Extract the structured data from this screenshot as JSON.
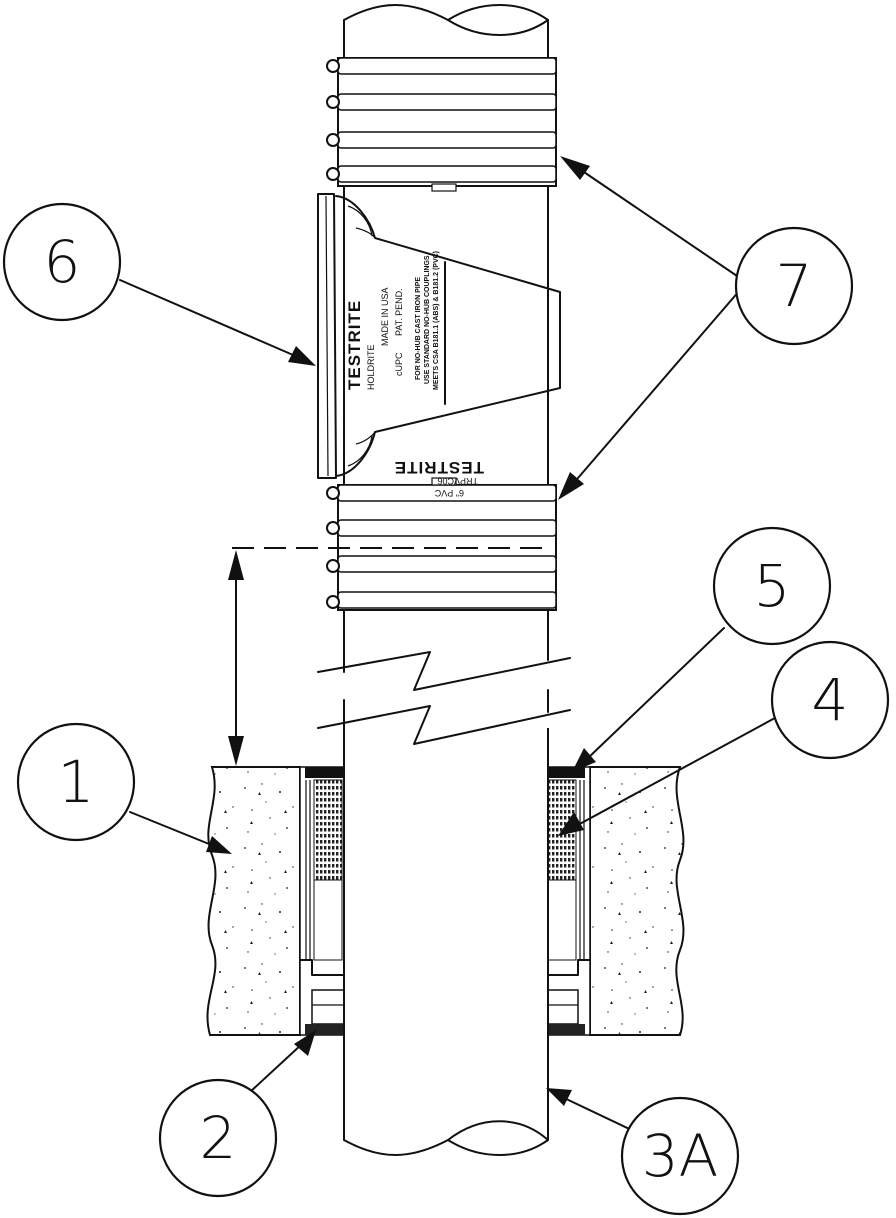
{
  "callouts": [
    {
      "id": "c6",
      "label": "6"
    },
    {
      "id": "c7",
      "label": "7"
    },
    {
      "id": "c5",
      "label": "5"
    },
    {
      "id": "c4",
      "label": "4"
    },
    {
      "id": "c1",
      "label": "1"
    },
    {
      "id": "c2",
      "label": "2"
    },
    {
      "id": "c3a",
      "label": "3A"
    }
  ],
  "product_label": {
    "brand": "TESTRITE",
    "product": "HOLDRITE",
    "made_in": "MADE IN USA",
    "cert": "cUPC",
    "patent": "PAT. PEND.",
    "line1": "FOR NO-HUB CAST IRON PIPE",
    "line2": "USE STANDARD NO-HUB COUPLINGS",
    "line3": "MEETS CSA B181.1 (ABS) & B181.2 (PVC)"
  },
  "lower_label": {
    "brand": "TESTRITE",
    "model": "TRPVC06",
    "size": "6\" PVC"
  },
  "colors": {
    "ink": "#111111",
    "background": "#ffffff",
    "concrete": "#ffffff"
  }
}
